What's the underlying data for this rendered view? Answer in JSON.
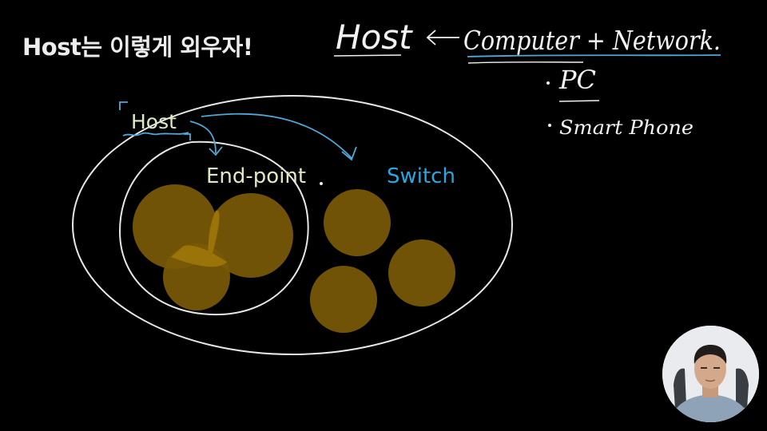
{
  "title": "Host는 이렇게 외우자!",
  "diagram": {
    "host_label": "Host",
    "endpoint_label": "End-point",
    "switch_label": "Switch"
  },
  "notes": {
    "host_word": "Host",
    "definition": "Computer + Network.",
    "example_1": "PC",
    "example_2": "Smart Phone"
  },
  "colors": {
    "circle_fill": "#7a5a06",
    "host_label": "#dfe9c2",
    "switch_label": "#29a8e0",
    "ink": "#f2f2f2",
    "marker_blue": "#4fa8d8"
  }
}
